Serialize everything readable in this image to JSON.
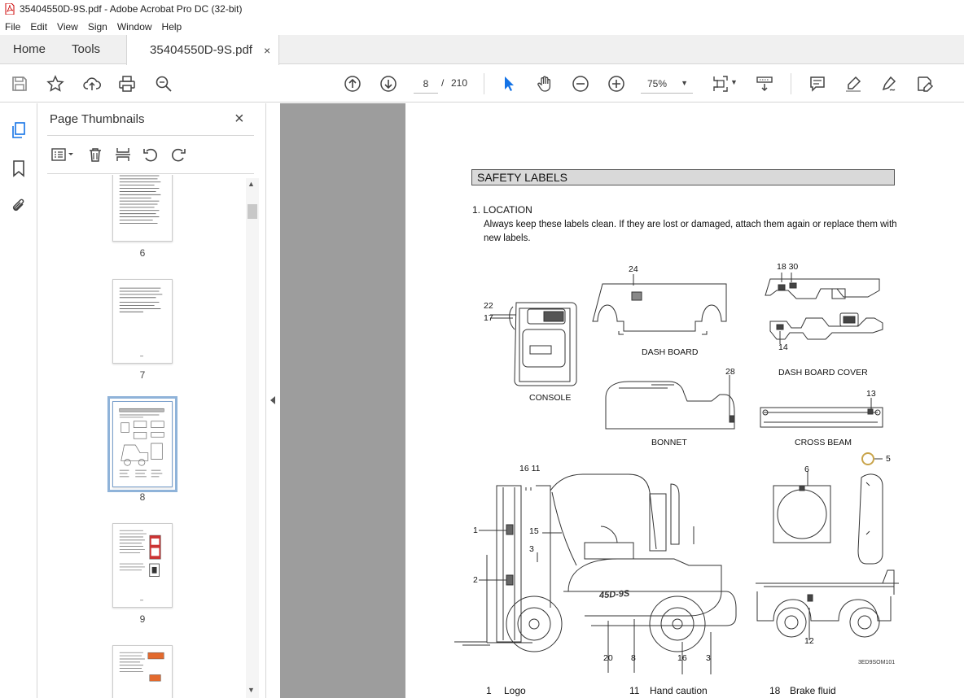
{
  "window": {
    "title": "35404550D-9S.pdf - Adobe Acrobat Pro DC (32-bit)"
  },
  "menu": [
    "File",
    "Edit",
    "View",
    "Sign",
    "Window",
    "Help"
  ],
  "tabs": {
    "home": "Home",
    "tools": "Tools",
    "document": "35404550D-9S.pdf",
    "close": "×"
  },
  "nav": {
    "current_page": "8",
    "separator": "/",
    "total_pages": "210",
    "zoom": "75%"
  },
  "panel": {
    "title": "Page Thumbnails",
    "close": "×"
  },
  "thumbnails": [
    {
      "label": "6"
    },
    {
      "label": "7"
    },
    {
      "label": "8",
      "selected": true
    },
    {
      "label": "9"
    }
  ],
  "document": {
    "section_title": "SAFETY LABELS",
    "location_heading": "1. LOCATION",
    "location_text": "Always keep these labels clean.  If they are lost or damaged, attach them again or replace them with new labels.",
    "component_labels": {
      "console": "CONSOLE",
      "dash_board": "DASH BOARD",
      "dash_board_cover": "DASH BOARD COVER",
      "bonnet": "BONNET",
      "cross_beam": "CROSS BEAM",
      "truck_badge": "45D-9S",
      "figure_code": "3ED9SOM101"
    },
    "callouts": {
      "c22": "22",
      "c17": "17",
      "c24": "24",
      "c18_30": "18 30",
      "c14": "14",
      "c28": "28",
      "c13": "13",
      "c16_11": "16 11",
      "c1": "1",
      "c15": "15",
      "c3a": "3",
      "c2": "2",
      "c20": "20",
      "c8": "8",
      "c16": "16",
      "c3b": "3",
      "c6": "6",
      "c5": "5",
      "c12": "12"
    },
    "legend": [
      {
        "num": "1",
        "text": "Logo"
      },
      {
        "num": "11",
        "text": "Hand caution"
      },
      {
        "num": "18",
        "text": "Brake fluid"
      }
    ]
  }
}
